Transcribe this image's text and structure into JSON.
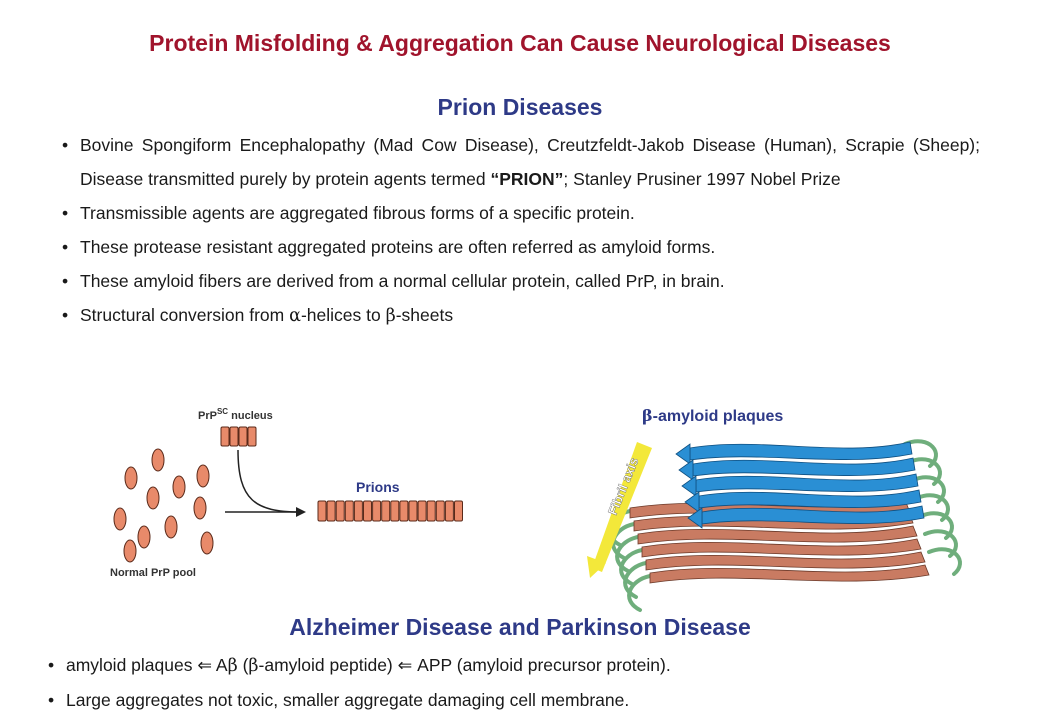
{
  "title": "Protein Misfolding & Aggregation Can Cause Neurological Diseases",
  "prion": {
    "heading": "Prion Diseases",
    "bullet1_a": "Bovine Spongiform Encephalopathy (Mad Cow Disease), Creutzfeldt-Jakob Disease (Human), Scrapie (Sheep); Disease transmitted purely by protein agents termed ",
    "bullet1_b": "“PRION”",
    "bullet1_c": "; Stanley Prusiner 1997 Nobel Prize",
    "bullet2": "Transmissible agents are aggregated fibrous forms of a specific protein.",
    "bullet3": "These protease resistant aggregated proteins are often referred as amyloid forms.",
    "bullet4": "These amyloid fibers are derived from a normal cellular protein, called PrP, in brain.",
    "bullet5_a": "Structural conversion from ",
    "bullet5_alpha": "α",
    "bullet5_b": "-helices to ",
    "bullet5_beta": "β",
    "bullet5_c": "-sheets"
  },
  "figure_left": {
    "nucleus_prefix": "PrP",
    "nucleus_sup": "SC",
    "nucleus_suffix": " nucleus",
    "prions_label": "Prions",
    "pool_label": "Normal PrP pool"
  },
  "figure_right": {
    "beta": "β",
    "plaques_label": "-amyloid plaques",
    "axis_label": "Fibril axis"
  },
  "alzheimer": {
    "heading": "Alzheimer Disease and Parkinson Disease",
    "bullet1_a": "amyloid plaques ",
    "arrow": "⇐",
    "bullet1_b": " A",
    "beta": "β",
    "bullet1_c": " (",
    "bullet1_d": "-amyloid peptide) ",
    "bullet1_e": " APP (amyloid precursor protein).",
    "bullet2": "Large aggregates not toxic, smaller aggregate damaging cell membrane."
  },
  "colors": {
    "title": "#a0142c",
    "heading": "#2e3a87",
    "monomer": "#e88a6a",
    "beta_strand": "#2a8fd4",
    "beta_strand_lower": "#c97b62",
    "loop": "#6fae7c",
    "axis_arrow": "#f3e83a"
  }
}
